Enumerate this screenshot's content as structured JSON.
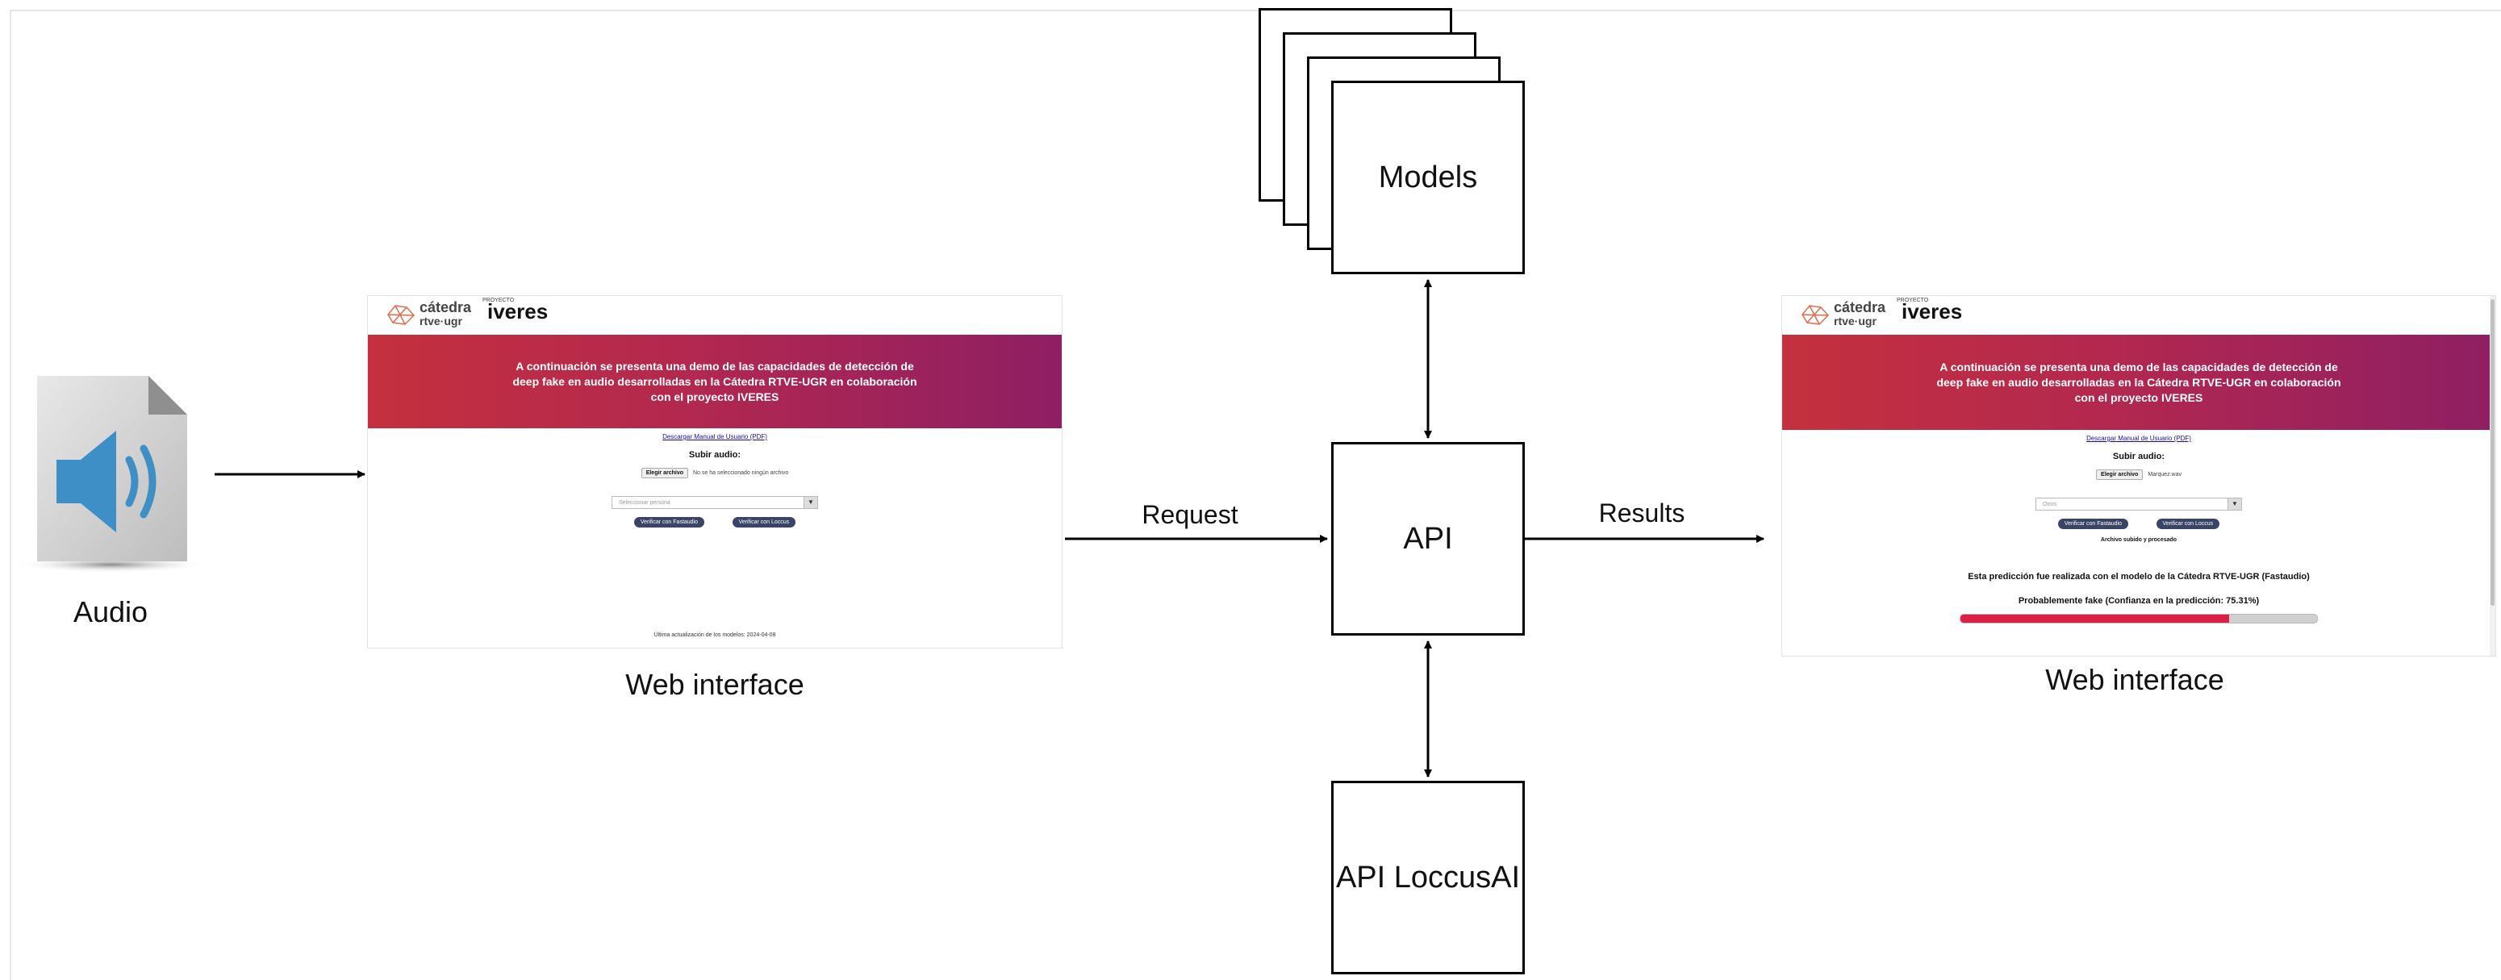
{
  "nodes": {
    "audio": "Audio",
    "web_left": "Web interface",
    "web_right": "Web interface",
    "models": "Models",
    "api": "API",
    "api_loccus": "API LoccusAI"
  },
  "edges": {
    "request": "Request",
    "results": "Results"
  },
  "web": {
    "logo_catedra": "cátedra",
    "logo_catedra_sub": "rtve·ugr",
    "logo_proyecto": "PROYECTO",
    "logo_iveres": "iveres",
    "banner": "A continuación se presenta una demo de las capacidades de detección de deep fake en audio desarrolladas en la Cátedra RTVE-UGR en colaboración con el proyecto IVERES",
    "manual_link": "Descargar Manual de Usuario (PDF)",
    "upload_heading": "Subir audio:",
    "file_button": "Elegir archivo",
    "left": {
      "file_status": "No se ha seleccionado ningún archivo",
      "select_placeholder": "Seleccionar persona",
      "verify_fastaudio": "Verificar con Fastaudio",
      "verify_loccus": "Verificar con Loccus",
      "footer": "Última actualización de los modelos: 2024-04-08"
    },
    "right": {
      "file_status": "Marquez.wav",
      "select_value": "Otros",
      "verify_fastaudio": "Verificar con Fastaudio",
      "verify_loccus": "Verificar con Loccus",
      "status": "Archivo subido y procesado",
      "prediction_model": "Esta predicción fue realizada con el modelo de la Cátedra RTVE-UGR (Fastaudio)",
      "prediction_result": "Probablemente fake (Confianza en la predicción: 75.31%)",
      "confidence": 0.7531
    }
  },
  "colors": {
    "banner_start": "#c4303d",
    "banner_end": "#8e1f63",
    "speaker_blue": "#3d8fc6",
    "confidence_bar": "#dc1f47"
  }
}
